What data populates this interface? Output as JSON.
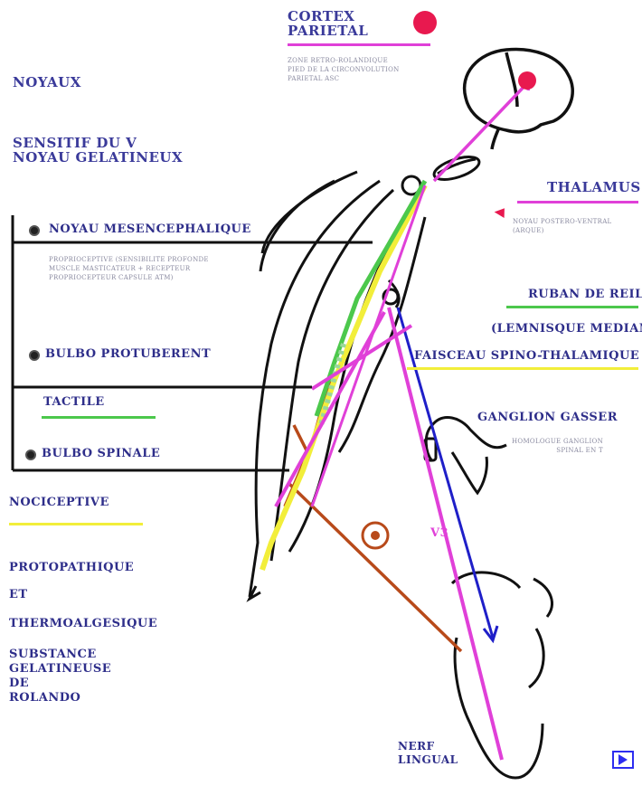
{
  "labels": {
    "cortex_parietal": "CORTEX\nPARIETAL",
    "zone_retro": "ZONE RETRO-ROLANDIQUE\nPIED DE LA CIRCONVOLUTION\nPARIETAL ASC",
    "noyaux": "NOYAUX",
    "sensitif": "SENSITIF DU V\nNOYAU GELATINEUX",
    "thalamus": "THALAMUS",
    "noyau_postero": "NOYAU POSTERO-VENTRAL\n(ARQUE)",
    "noyau_mesenc": "NOYAU MESENCEPHALIQUE",
    "proprioceptive": "PROPRIOCEPTIVE (SENSIBILITE PROFONDE\nMUSCLE MASTICATEUR + RECEPTEUR\nPROPRIOCEPTEUR CAPSULE ATM)",
    "ruban_reil": "RUBAN DE REIL",
    "lemnisque": "(LEMNISQUE MEDIAN)",
    "bulbo_prot": "BULBO PROTUBERENT",
    "faisceau": "FAISCEAU SPINO-THALAMIQUE",
    "tactile": "TACTILE",
    "ganglion": "GANGLION GASSER",
    "homologue": "HOMOLOGUE GANGLION\nSPINAL EN T",
    "bulbo_spinal": "BULBO SPINALE",
    "nociceptive": "NOCICEPTIVE",
    "protopathique": "PROTOPATHIQUE",
    "et": "ET",
    "thermo": "THERMOALGESIQUE",
    "substance": "SUBSTANCE\nGELATINEUSE\nDE\nROLANDO",
    "nerf_lingual": "NERF\nLINGUAL",
    "v3": "V3"
  },
  "colors": {
    "label_text": "#2e2e8a",
    "magenta": "#e040d8",
    "green": "#4cc84c",
    "yellow": "#f2ee3a",
    "blue": "#1f1fc8",
    "brown": "#b84a1a",
    "red_dot": "#e8194f",
    "black": "#111111"
  },
  "icons": {
    "next": "play-triangle-icon",
    "bullet": "black-dot-icon",
    "red_marker": "red-dot-icon"
  }
}
